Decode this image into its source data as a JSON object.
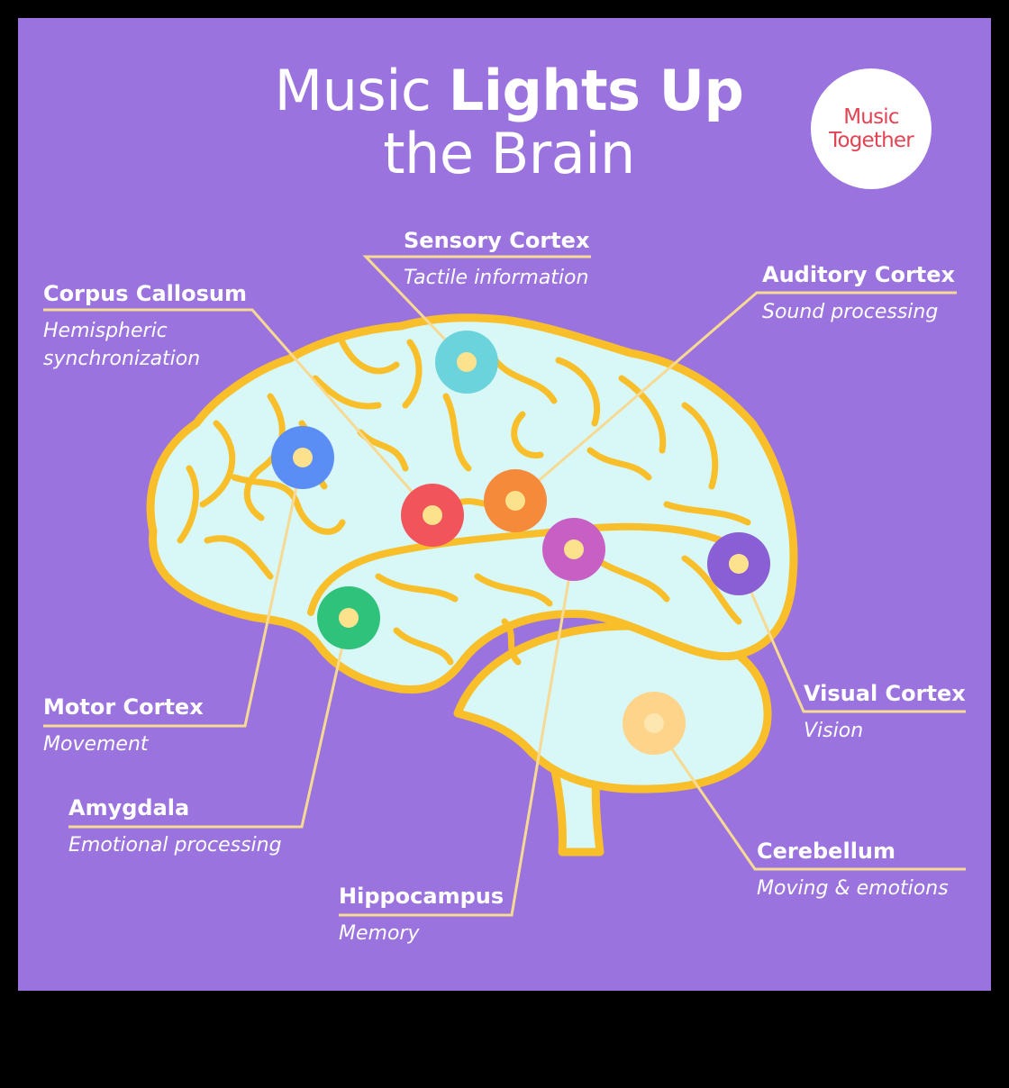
{
  "title": {
    "line1_light": "Music",
    "line1_bold": "Lights Up",
    "line2": "the Brain"
  },
  "logo": {
    "line1": "Music",
    "line2": "Together",
    "icon": "music-together-logo-icon",
    "color": "#e24454"
  },
  "colors": {
    "background": "#9b73df",
    "frame": "#000000",
    "brain_fill": "#d8f7f7",
    "brain_outline": "#f8bf2a",
    "leader_line": "#f6da94",
    "text": "#ffffff"
  },
  "regions": [
    {
      "id": "corpus-callosum",
      "name": "Corpus Callosum",
      "function": "Hemispheric",
      "function2": "synchronization",
      "color": "#f2545b"
    },
    {
      "id": "sensory-cortex",
      "name": "Sensory Cortex",
      "function": "Tactile information",
      "color": "#6bd3dc"
    },
    {
      "id": "auditory-cortex",
      "name": "Auditory Cortex",
      "function": "Sound processing",
      "color": "#f58a3a"
    },
    {
      "id": "motor-cortex",
      "name": "Motor Cortex",
      "function": "Movement",
      "color": "#5b8ef5"
    },
    {
      "id": "amygdala",
      "name": "Amygdala",
      "function": "Emotional processing",
      "color": "#2fc27a"
    },
    {
      "id": "hippocampus",
      "name": "Hippocampus",
      "function": "Memory",
      "color": "#c85fc4"
    },
    {
      "id": "visual-cortex",
      "name": "Visual Cortex",
      "function": "Vision",
      "color": "#8a5fd6"
    },
    {
      "id": "cerebellum",
      "name": "Cerebellum",
      "function": "Moving & emotions",
      "color": "#fdd48a"
    }
  ]
}
